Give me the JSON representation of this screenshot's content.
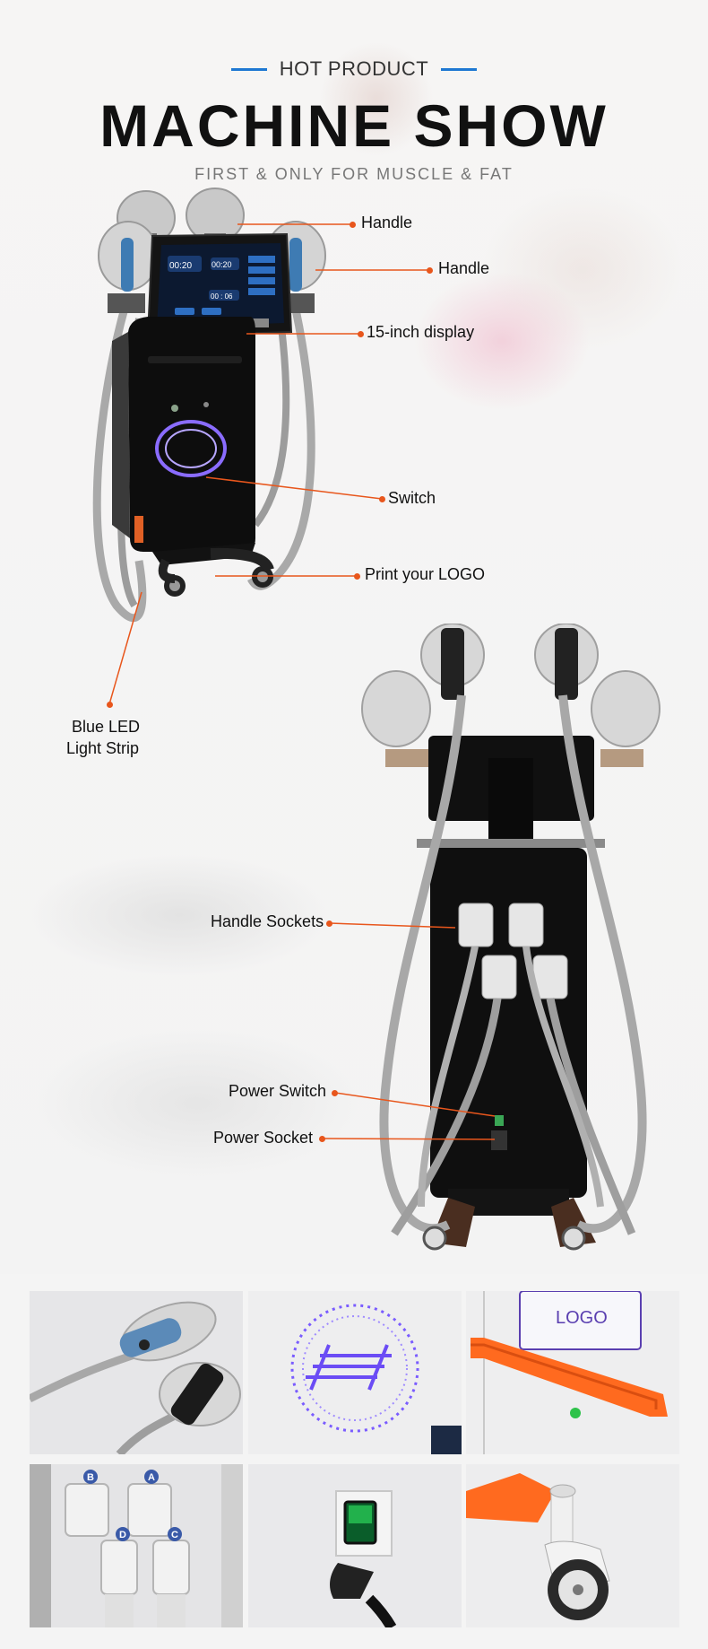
{
  "header": {
    "eyebrow": "HOT PRODUCT",
    "title": "MACHINE SHOW",
    "subtitle": "FIRST & ONLY FOR MUSCLE & FAT"
  },
  "callouts": {
    "handle_1": "Handle",
    "handle_2": "Handle",
    "display": "15-inch display",
    "switch": "Switch",
    "logo": "Print your LOGO",
    "led_line1": "Blue LED",
    "led_line2": "Light Strip",
    "handle_sockets": "Handle Sockets",
    "power_switch": "Power Switch",
    "power_socket": "Power Socket"
  },
  "screen": {
    "timer_left": "00:20",
    "timer_right": "00:20",
    "timer_bottom": "00 : 06"
  },
  "thumbnails": {
    "logo_label": "LOGO",
    "socket_labels": [
      "B",
      "A",
      "D",
      "C"
    ],
    "center_logo_letter": "H"
  },
  "colors": {
    "accent_blue": "#1e78d2",
    "leader_orange": "#e8561c",
    "handle_orange": "#ff6a1f",
    "led_purple": "#7a5cff"
  }
}
